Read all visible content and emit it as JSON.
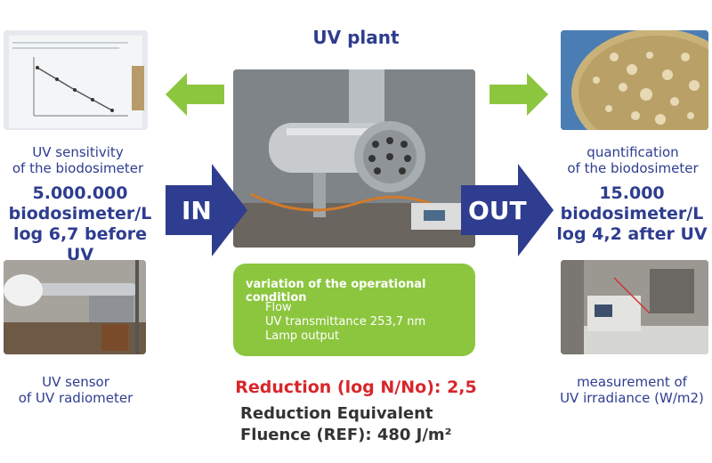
{
  "title": "UV plant",
  "left": {
    "sensitivity_caption": [
      "UV sensitivity",
      "of the biodosimeter"
    ],
    "count_lines": [
      "5.000.000",
      "biodosimeter/L",
      "log 6,7 before UV"
    ],
    "sensor_caption": [
      "UV sensor",
      "of UV radiometer"
    ]
  },
  "right": {
    "quant_caption": [
      "quantification",
      "of the biodosimeter"
    ],
    "count_lines": [
      "15.000",
      "biodosimeter/L",
      "log 4,2 after UV"
    ],
    "measure_caption": [
      "measurement of",
      "UV irradiance (W/m2)"
    ]
  },
  "arrows": {
    "in_label": "IN",
    "out_label": "OUT"
  },
  "conditions": {
    "title": "variation of the operational condition",
    "items": [
      "Flow",
      "UV transmittance 253,7 nm",
      "Lamp output"
    ]
  },
  "results": {
    "reduction": "Reduction (log N/No): 2,5",
    "ref_line1": "Reduction Equivalent",
    "ref_line2": "Fluence (REF): 480 J/m²"
  },
  "colors": {
    "navy": "#2e3d8f",
    "green": "#8cc63f",
    "red": "#d8262b"
  }
}
